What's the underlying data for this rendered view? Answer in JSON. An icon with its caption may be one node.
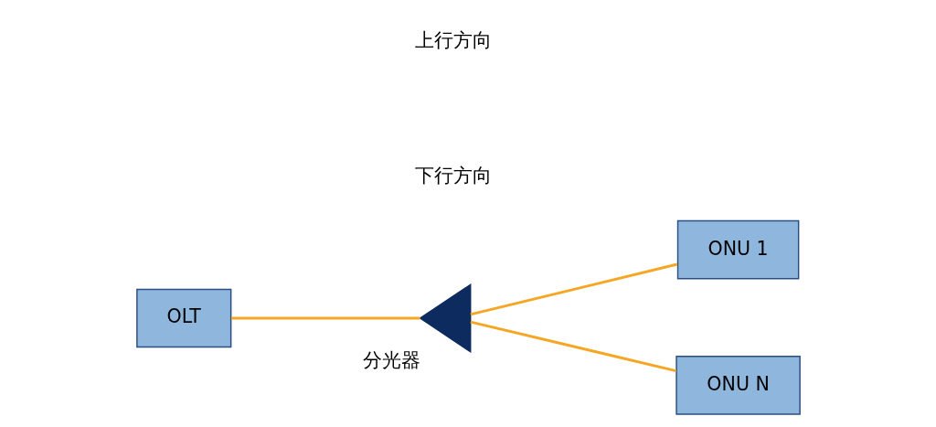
{
  "diagram": {
    "nodes": [
      {
        "text": [
          "OLT"
        ]
      },
      {
        "text": [],
        "shape": "triangle",
        "beside": [
          "分光器"
        ]
      },
      {
        "text": [
          "ONU 1"
        ]
      },
      {
        "text": [
          "ONU N"
        ]
      }
    ],
    "edges": [
      {
        "from": 0,
        "to": 1,
        "arrow": "none"
      },
      {
        "from": 1,
        "to": 2,
        "arrow": "none"
      },
      {
        "from": 1,
        "to": 3,
        "arrow": "none"
      }
    ],
    "labels": [
      "下行方向",
      "上行方向"
    ]
  }
}
